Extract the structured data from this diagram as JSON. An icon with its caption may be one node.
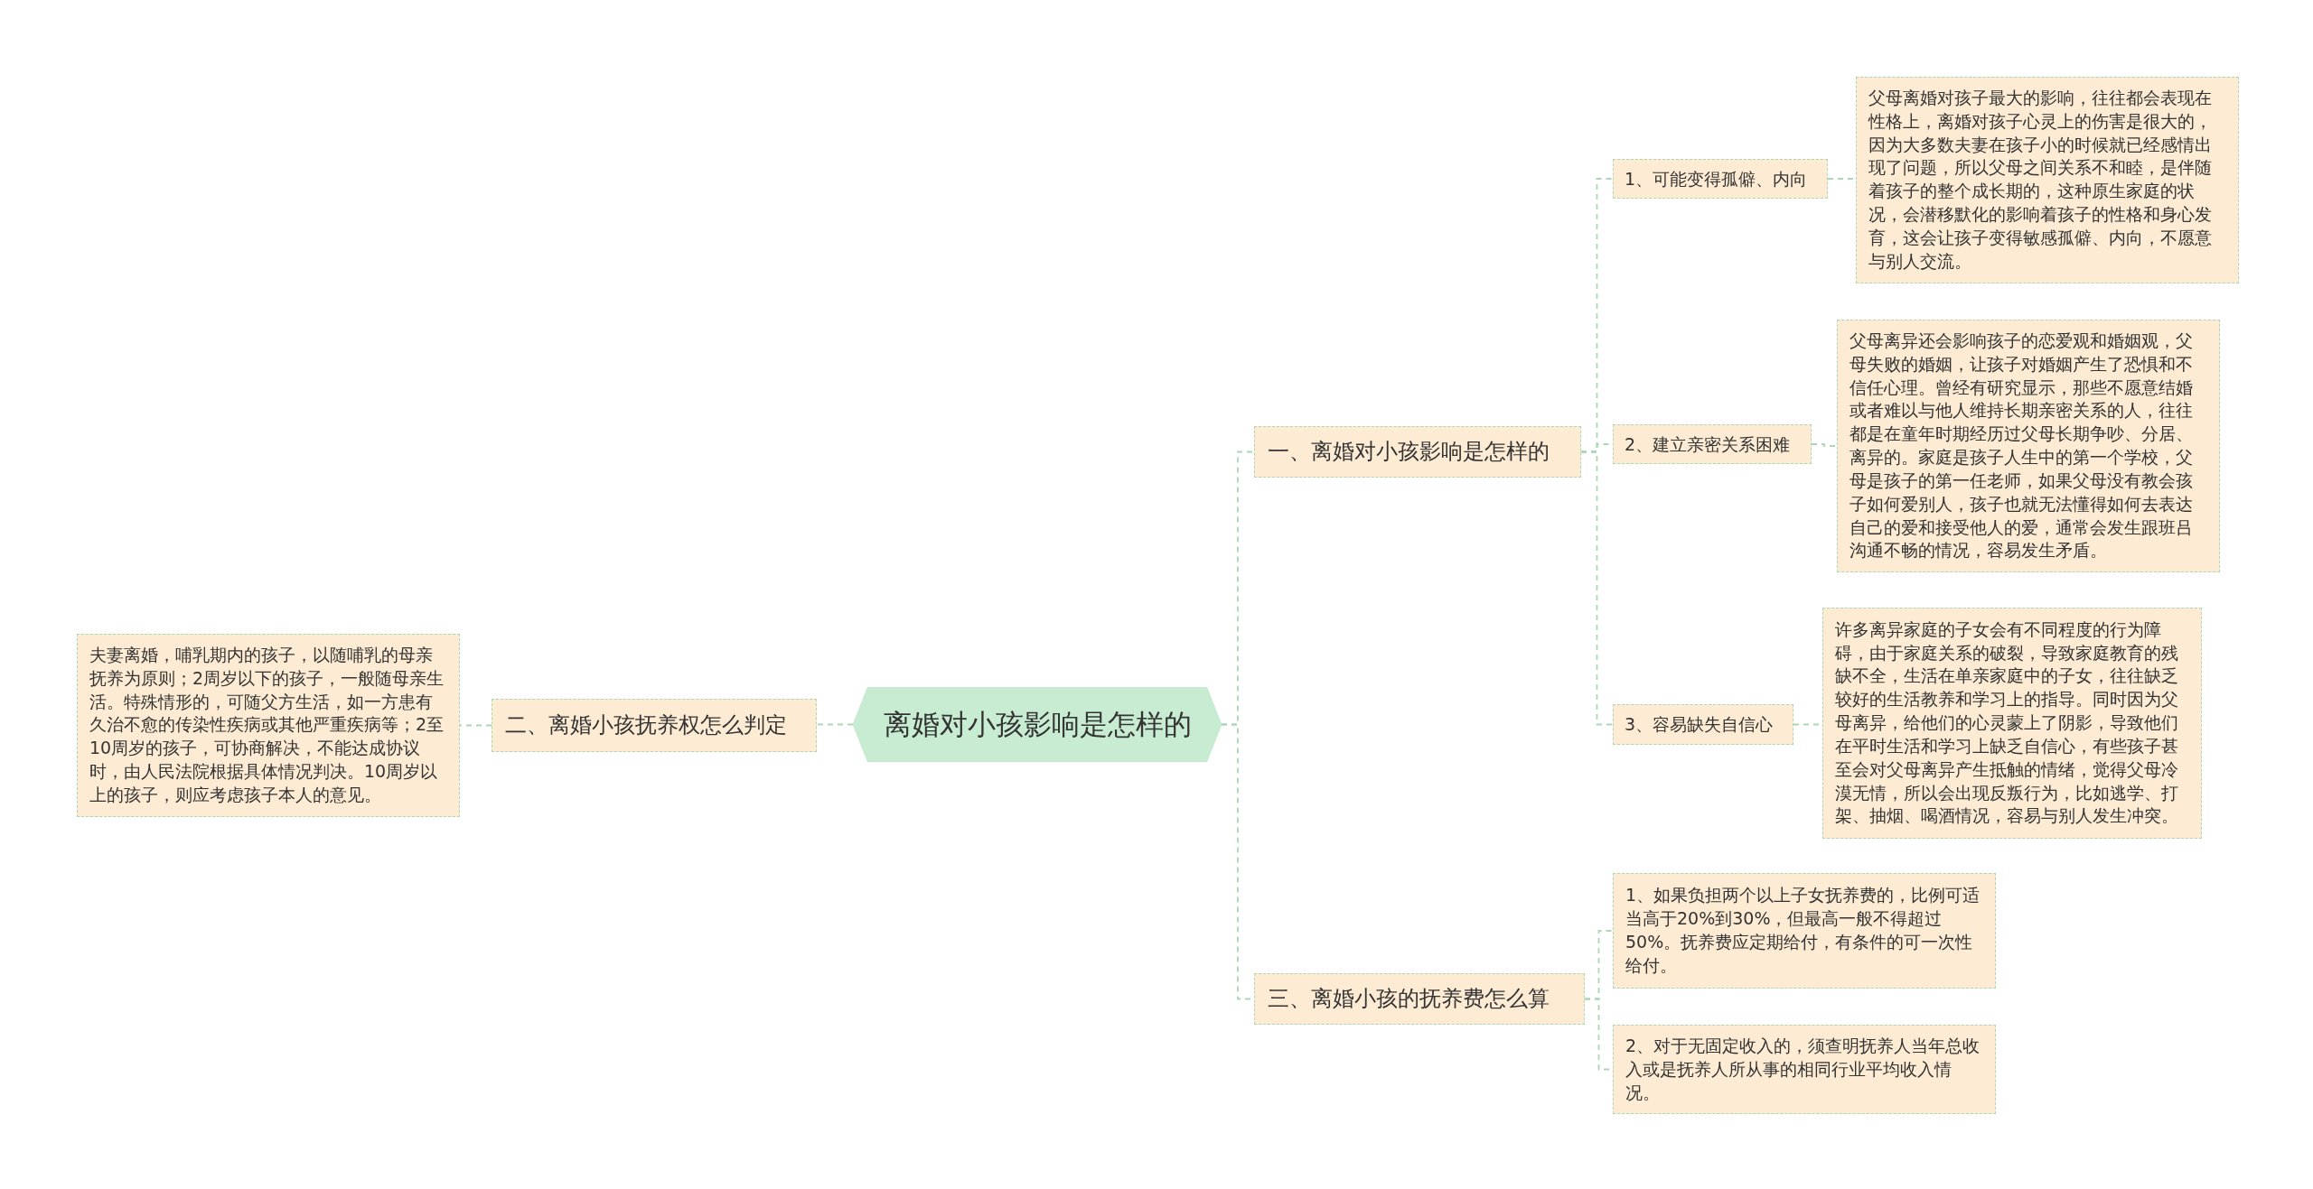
{
  "diagram": {
    "nodes": [
      {
        "text": [
          "离婚对小孩影响是怎样的"
        ]
      },
      {
        "text": [
          "一、离婚对小孩影响是怎样的"
        ]
      },
      {
        "text": [
          "1、可能变得孤僻、内向"
        ]
      },
      {
        "text": [
          "父母离婚对孩子最大的影响，往往都会表现在性格上，离婚对孩子心灵上的伤害是很大的，因为大多数夫妻在孩子小的时候就已经感情出现了问题，所以父母之间关系不和睦，是伴随着孩子的整个成长期的，这种原生家庭的状况，会潜移默化的影响着孩子的性格和身心发育，这会让孩子变得敏感孤僻、内向，不愿意与别人交流。"
        ]
      },
      {
        "text": [
          "2、建立亲密关系困难"
        ]
      },
      {
        "text": [
          "父母离异还会影响孩子的恋爱观和婚姻观，父母失败的婚姻，让孩子对婚姻产生了恐惧和不信任心理。曾经有研究显示，那些不愿意结婚或者难以与他人维持长期亲密关系的人，往往都是在童年时期经历过父母长期争吵、分居、离异的。家庭是孩子人生中的第一个学校，父母是孩子的第一任老师，如果父母没有教会孩子如何爱别人，孩子也就无法懂得如何去表达自己的爱和接受他人的爱，通常会发生跟班吕沟通不畅的情况，容易发生矛盾。"
        ]
      },
      {
        "text": [
          "3、容易缺失自信心"
        ]
      },
      {
        "text": [
          "许多离异家庭的子女会有不同程度的行为障碍，由于家庭关系的破裂，导致家庭教育的残缺不全，生活在单亲家庭中的子女，往往缺乏较好的生活教养和学习上的指导。同时因为父母离异，给他们的心灵蒙上了阴影，导致他们在平时生活和学习上缺乏自信心，有些孩子甚至会对父母离异产生抵触的情绪，觉得父母冷漠无情，所以会出现反叛行为，比如逃学、打架、抽烟、喝酒情况，容易与别人发生冲突。"
        ]
      },
      {
        "text": [
          "三、离婚小孩的抚养费怎么算"
        ]
      },
      {
        "text": [
          "1、如果负担两个以上子女抚养费的，比例可适当高于20%到30%，但最高一般不得超过50%。抚养费应定期给付，有条件的可一次性给付。"
        ]
      },
      {
        "text": [
          "2、对于无固定收入的，须查明抚养人当年总收入或是抚养人所从事的相同行业平均收入情况。"
        ]
      },
      {
        "text": [
          "二、离婚小孩抚养权怎么判定"
        ]
      },
      {
        "text": [
          "夫妻离婚，哺乳期内的孩子，以随哺乳的母亲抚养为原则；2周岁以下的孩子，一般随母亲生活。特殊情形的，可随父方生活，如一方患有久治不愈的传染性疾病或其他严重疾病等；2至10周岁的孩子，可协商解决，不能达成协议时，由人民法院根据具体情况判决。10周岁以上的孩子，则应考虑孩子本人的意见。"
        ]
      }
    ],
    "edges": [
      {
        "from": 0,
        "to": 1,
        "arrow": "none"
      },
      {
        "from": 1,
        "to": 2,
        "arrow": "none"
      },
      {
        "from": 2,
        "to": 3,
        "arrow": "none"
      },
      {
        "from": 1,
        "to": 4,
        "arrow": "none"
      },
      {
        "from": 4,
        "to": 5,
        "arrow": "none"
      },
      {
        "from": 1,
        "to": 6,
        "arrow": "none"
      },
      {
        "from": 6,
        "to": 7,
        "arrow": "none"
      },
      {
        "from": 0,
        "to": 8,
        "arrow": "none"
      },
      {
        "from": 8,
        "to": 9,
        "arrow": "none"
      },
      {
        "from": 8,
        "to": 10,
        "arrow": "none"
      },
      {
        "from": 0,
        "to": 11,
        "arrow": "none"
      },
      {
        "from": 11,
        "to": 12,
        "arrow": "none"
      }
    ]
  }
}
